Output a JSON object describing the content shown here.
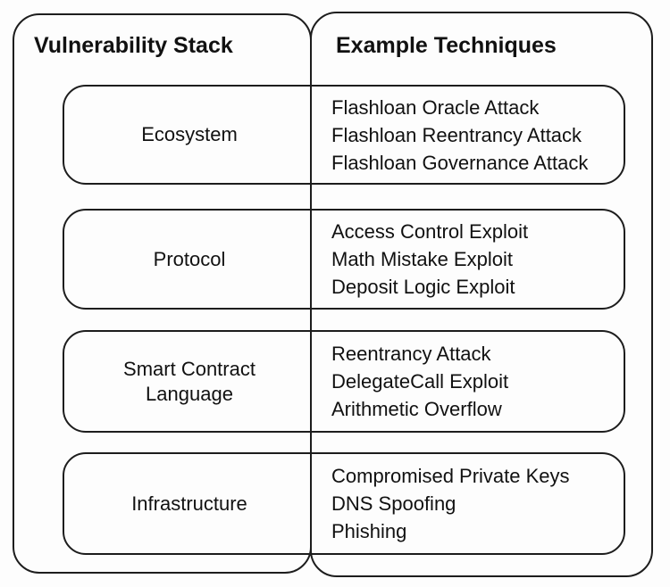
{
  "style": {
    "background_color": "#fdfdfd",
    "stroke_color": "#1d1d1d",
    "text_color": "#111111"
  },
  "left_panel": {
    "title": "Vulnerability Stack"
  },
  "right_panel": {
    "title": "Example Techniques"
  },
  "rows": [
    {
      "layer": "Ecosystem",
      "techniques": [
        "Flashloan Oracle Attack",
        "Flashloan Reentrancy Attack",
        "Flashloan Governance Attack"
      ]
    },
    {
      "layer": "Protocol",
      "techniques": [
        "Access Control Exploit",
        "Math Mistake Exploit",
        "Deposit Logic Exploit"
      ]
    },
    {
      "layer": "Smart Contract Language",
      "techniques": [
        "Reentrancy Attack",
        "DelegateCall Exploit",
        "Arithmetic Overflow"
      ]
    },
    {
      "layer": "Infrastructure",
      "techniques": [
        "Compromised Private Keys",
        "DNS Spoofing",
        "Phishing"
      ]
    }
  ]
}
